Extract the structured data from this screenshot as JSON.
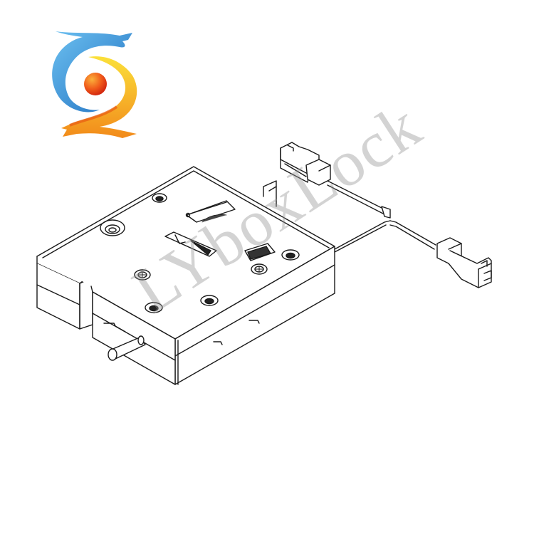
{
  "image": {
    "description": "Isometric line drawing of an electronic cabinet lock with wiring harness and two connectors",
    "background": "#ffffff",
    "line_color": "#1a1a1a"
  },
  "logo": {
    "name": "brand-logo",
    "colors": {
      "blue": "#2f8fd8",
      "blue_light": "#6cc0f0",
      "yellow": "#f7c81e",
      "orange": "#f07a1a",
      "red_ball": "#e83a1a",
      "ball_highlight": "#fbb03b"
    }
  },
  "watermark": {
    "text": "LYboxLock",
    "color": "#969696"
  },
  "product": {
    "parts": [
      "lock-body",
      "latch",
      "pin",
      "screw-holes",
      "sensor-windows",
      "wire-harness",
      "connector-top",
      "connector-right"
    ]
  }
}
